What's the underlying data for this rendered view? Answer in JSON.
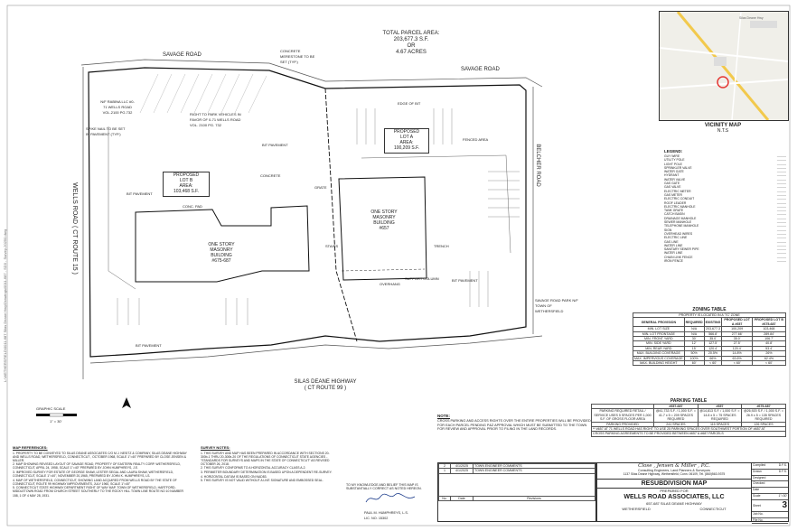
{
  "parcel": {
    "title": "TOTAL PARCEL AREA:",
    "area": "203,677.3 S.F.",
    "or": "OR",
    "acres": "4.67 ACRES"
  },
  "roads": {
    "savage_top_left": "SAVAGE ROAD",
    "savage_top_right": "SAVAGE ROAD",
    "wells": "WELLS ROAD ( CT ROUTE 15 )",
    "belcher": "BELCHER ROAD",
    "silas_line1": "SILAS DEANE HIGHWAY",
    "silas_line2": "( CT ROUTE 99 )"
  },
  "lots": {
    "lot_b": {
      "line1": "PROPOSED",
      "line2": "LOT B",
      "line3": "AREA:",
      "line4": "103,468 S.F."
    },
    "lot_a": {
      "line1": "PROPOSED",
      "line2": "LOT A",
      "line3": "AREA:",
      "line4": "100,209 S.F."
    }
  },
  "buildings": {
    "left": {
      "line1": "ONE STORY",
      "line2": "MASONRY",
      "line3": "BUILDING",
      "line4": "#675-687"
    },
    "right": {
      "line1": "ONE STORY",
      "line2": "MASONRY",
      "line3": "BUILDING",
      "line4": "#657"
    }
  },
  "site_labels": [
    "BIT PAVEMENT",
    "BIT PAVEMENT",
    "BIT PAVEMENT",
    "BIT PAVEMENT",
    "CONC. PAD",
    "CONCRETE",
    "GRATE",
    "STAIRS",
    "TRENCH",
    "FENCED AREA",
    "EDGE OF BIT",
    "OVERHANG",
    "SUPPORT COLUMN",
    "SAVAGE ROAD PARK N/F TOWN OF WETHERSFIELD",
    "CONCRETE MERESTONE TO BE SET (TYP.)",
    "SPIKE NAIL TO BE SET IN PAVEMENT (TYP.)",
    "N/F RABINA LLC #0-71 WELLS ROAD VOL.2100 PG.732",
    "RIGHT TO PARK VEHICLES IN FAVOR OF 0-71 WELLS ROAD VOL. 2100 PG. 732"
  ],
  "vicinity": {
    "title": "VICINITY MAP",
    "subtitle": "N.T.S",
    "map_label": "Silas Deane Hwy"
  },
  "legend": {
    "title": "LEGEND:",
    "items": [
      "GUY WIRE",
      "UTILITY POLE",
      "LIGHT POLE",
      "SPRINKLER VALVE",
      "WATER GATE",
      "HYDRANT",
      "WATER VALVE",
      "GAS GATE",
      "GAS VALVE",
      "ELECTRIC METER",
      "GAS METER",
      "ELECTRIC CONDUIT",
      "ROOF LEADER",
      "ELECTRIC MANHOLE",
      "TANK GRATE",
      "CATCH BASIN",
      "DRAINAGE MANHOLE",
      "SEWER MANHOLE",
      "TELEPHONE MANHOLE",
      "SIGN",
      "OVERHEAD WIRES",
      "ELECTRIC LINE",
      "GAS LINE",
      "WATER LINE",
      "SANITARY SEWER PIPE",
      "WATER LINE",
      "CHAIN LINK FENCE",
      "IRON FENCE"
    ]
  },
  "zoning": {
    "title": "ZONING TABLE",
    "subtitle": "PROPERTY IS LOCATED IN A 'TC' ZONE",
    "headers": [
      "GENERAL PROVISION",
      "REQUIRED",
      "EXISTING",
      "PROPOSED LOT A #657",
      "PROPOSED LOT B #675-687"
    ],
    "rows": [
      [
        "MIN. LOT SIZE",
        "N/A",
        "203,677.3",
        "100,209",
        "103,468"
      ],
      [
        "MIN. LOT FRONTAGE",
        "N/A",
        "566.8'",
        "277.66'",
        "289.84'"
      ],
      [
        "MIN. FRONT YARD",
        "30'",
        "35.0'",
        "35.0'",
        "106.7'"
      ],
      [
        "MIN. SIDE YARD",
        "12'",
        "127.5'",
        "27.5'",
        "40.8'"
      ],
      [
        "MIN. REAR YARD",
        "15'",
        "120.4'",
        "120.4'",
        "53.4'"
      ],
      [
        "MAX. BUILDING COVERAGE",
        "50%",
        "20.5%",
        "14.8%",
        "26%"
      ],
      [
        "MAX. IMPERVIOUS COVERAGE",
        "100%",
        "66%",
        "63.6%",
        "62.4%"
      ],
      [
        "MAX. BUILDING HEIGHT",
        "60'",
        "< 60'",
        "< 60'",
        "< 60'"
      ]
    ]
  },
  "parking": {
    "title": "PARKING TABLE",
    "headers": [
      "",
      "#657-687",
      "#657",
      "#675-687"
    ],
    "rows": [
      [
        "PARKING REQUIRED RETAIL / SERVICE USES 5 SPACES PER 1,000 S.F. OF GROSS FLOOR AREA",
        "@41,733 S.F. / 1,000 S.F. = 41.7 x 5 = 209 SPACES REQUIRED",
        "@14,813 S.F. / 1,000 S.F. = 14.8 x 5 = 75 SPACES REQUIRED",
        "@26,920 S.F. / 1,000 S.F. = 26.9 x 5 = 135 SPACES REQUIRED"
      ],
      [
        "PARKING PROVIDED",
        "241 SPACES",
        "115 SPACES",
        "126 SPACES"
      ]
    ],
    "note1": "** #657 AT 71 WELLS ROAD HAS RIGHT TO USE 25 PARKING SPACES OVER SOUTHWEST PORTION OF #657 AT",
    "note2": "CROSS PARKING AGREEMENTS TO BE PROVIDED BETWEEN #657 & #687 PARCELS"
  },
  "note": {
    "title": "NOTE:",
    "text": "CROSS PARKING AND ACCESS RIGHTS OVER THE ENTIRE PROPERTIES WILL BE PROVIDED FOR EACH PARCEL PENDING P&Z APPROVAL WHICH MUST BE SUBMITTED TO THE TOWN FOR REVIEW AND APPROVAL PRIOR TO FILING IN THE LAND RECORDS."
  },
  "map_ref": {
    "title": "MAP REFERENCES:",
    "items": [
      "1. PROPERTY TO BE CONVEYED TO SILAS DEANE ASSOCIATES C/O M.J. NESITZ & COMPANY, SILAS DEANE HIGHWAY AND WELLS ROAD, WETHERSFIELD, CONNECTICUT , OCTOBER 1968, SCALE 1\"=40\" PREPARED BY CLOSE JENSEN & MILLER.",
      "2. MAP SHOWING REVISED LAYOUT OF SAVAGE ROAD, PROPERTY OF EASTERN REALTY CORP. WETHERSFIELD, CONNECTICUT, APRIL 24, 1958, SCALE 1\"=40\" PREPARED BY JOHN HUMPHREYS, J.E.",
      "3. IMPROVED SURVEY FOR ESTATE OF GEORGE SHAW, LESTER SEGAL AND LAURA SHAW, WETHERSFIELD, CONNECTICUT, SCALE 1\"=40\", NOVEMBER 20,1965, PREPARED BY JOHN K. HUMPHREYS, LS.",
      "4. MAP OF WETHERSFIELD, CONNECTICUT, SHOWING LAND ACQUIRED FROM WELLS ROAD BY THE STATE OF CONNECTICUT, ROUTE 99 HIGHWAY IMPROVEMENTS, JULY 1960, SCALE 1\"=40\"",
      "5. CONNECTICUT STATE HIGHWAY DEPARTMENT RIGHT OF WAY MAP, TOWN OF WETHERSFIELD, HARTFORD-MIDDLETOWN ROAD FROM CHURCH STREET SOUTHERLY TO THE ROCKY HILL TOWN LINE ROUTE NO 10 NUMBER 158, 1 OF 4 MAY 28, 1931."
    ]
  },
  "survey_notes": {
    "title": "SURVEY NOTES:",
    "items": [
      "1. THIS SURVEY AND MAP HAS BEEN PREPARED IN ACCORDANCE WITH SECTIONS 20-300b-1 THRU 20-300b-20 OF THE REGULATIONS OF CONNECTICUT STATE AGENCIES - \"STANDARDS FOR SURVEYS AND MAPS IN THE STATE OF CONNECTICUT\" AS REVISED OCTOBER 26, 2018.",
      "2. THIS SURVEY CONFORMS TO A HORIZONTAL ACCURACY CLASS A-2.",
      "3. PERIMETER BOUNDARY DETERMINATION IS BASED UPON A DEPENDENT RE-SURVEY.",
      "4. HORIZONTAL DATUM IS BASED ON NAD83.",
      "5. THIS SURVEY IS NOT VALID WITHOUT A LIVE SIGNATURE AND EMBOSSED SEAL."
    ]
  },
  "certify": {
    "text": "TO MY KNOWLEDGE AND BELIEF THIS MAP IS SUBSTANTIALLY CORRECT AS NOTED HEREON.",
    "signature_label": "PAUL M. HUMPHREYS, L.S.",
    "license": "LIC. NO. 15302"
  },
  "scale": {
    "title": "GRAPHIC SCALE",
    "note": "1\" = 30'"
  },
  "revisions": {
    "rows": [
      {
        "no": "2",
        "date": "4/1/2025",
        "text": "TOWN ENGINEER COMMENTS"
      },
      {
        "no": "1",
        "date": "4/1/2025",
        "text": "TOWN ENGINEER COMMENTS"
      }
    ],
    "headers": [
      "No.",
      "Date",
      "Revisions"
    ]
  },
  "firm": {
    "name": "Close , Jensen & Miller , P.C.",
    "line2": "Consulting Engineers, Land Planners & Surveyors",
    "line3": "1137 Silas Deane Highway, Wethersfield, Conn. 06109, Tel. (860)563-9375"
  },
  "drawing": {
    "title": "RESUBDIVISION MAP",
    "prepared": "PREPARED FOR",
    "client": "WELLS ROAD ASSOCIATES, LLC",
    "address": "657-687 SILAS DEANE HIGHWAY",
    "town": "WETHERSFIELD",
    "state": "CONNECTICUT"
  },
  "titleblock": {
    "labels": [
      "Compiled",
      "Drawn",
      "Designed",
      "Checked",
      "Date",
      "Scale",
      "Sheet",
      "Job No.",
      "File No."
    ],
    "values": [
      "D.F.S.",
      "D.F.S.",
      "",
      "",
      "",
      "1\"=30'",
      "3",
      "",
      ""
    ]
  },
  "side_path": "L:\\WETHERSFIELD\\0011-687 Silas Deane Hwy\\Drawings\\0011-687 - SD3 - Survey-20250.dwg"
}
